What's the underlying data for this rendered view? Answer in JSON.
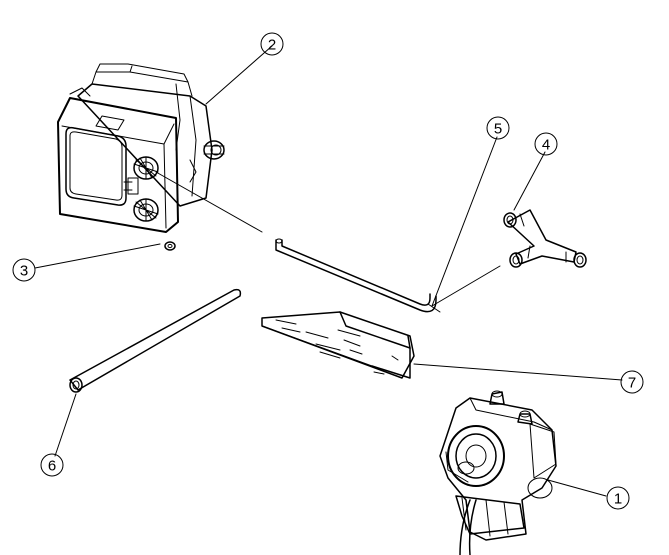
{
  "diagram": {
    "type": "exploded parts drawing",
    "callouts": [
      {
        "id": "1",
        "label": "1"
      },
      {
        "id": "2",
        "label": "2"
      },
      {
        "id": "3",
        "label": "3"
      },
      {
        "id": "4",
        "label": "4"
      },
      {
        "id": "5",
        "label": "5"
      },
      {
        "id": "6",
        "label": "6"
      },
      {
        "id": "7",
        "label": "7"
      }
    ]
  },
  "colors": {
    "line": "#000000",
    "background": "#ffffff",
    "shade": "#bfbfbf"
  }
}
